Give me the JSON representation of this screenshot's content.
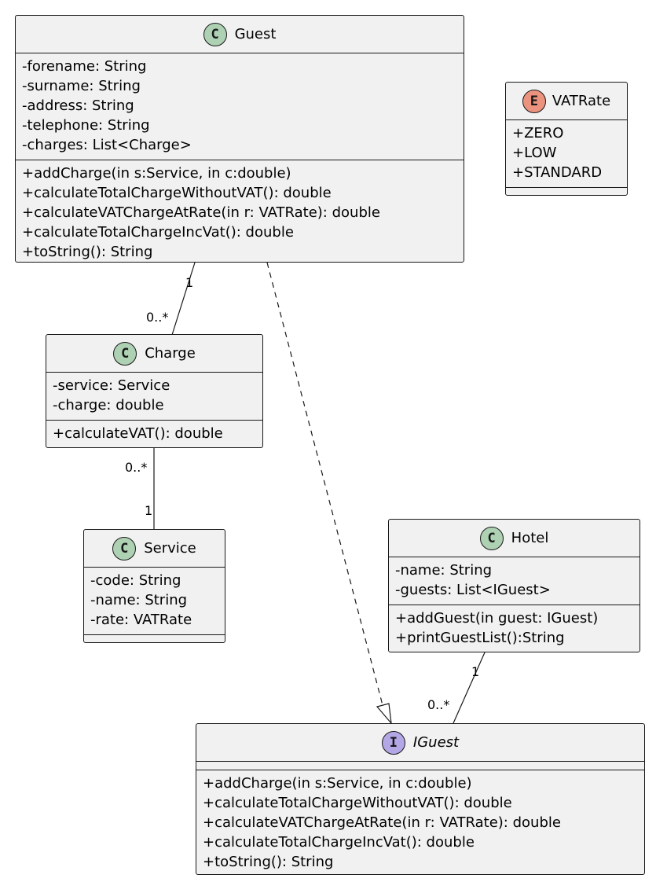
{
  "classes": {
    "guest": {
      "name": "Guest",
      "badge": "C",
      "fields": [
        "-forename: String",
        "-surname: String",
        "-address: String",
        "-telephone: String",
        "-charges: List<Charge>"
      ],
      "methods": [
        "+addCharge(in s:Service, in c:double)",
        "+calculateTotalChargeWithoutVAT(): double",
        "+calculateVATChargeAtRate(in r: VATRate): double",
        "+calculateTotalChargeIncVat(): double",
        "+toString(): String"
      ]
    },
    "vatrate": {
      "name": "VATRate",
      "badge": "E",
      "values": [
        "+ZERO",
        "+LOW",
        "+STANDARD"
      ]
    },
    "charge": {
      "name": "Charge",
      "badge": "C",
      "fields": [
        "-service: Service",
        "-charge: double"
      ],
      "methods": [
        "+calculateVAT(): double"
      ]
    },
    "service": {
      "name": "Service",
      "badge": "C",
      "fields": [
        "-code: String",
        "-name: String",
        "-rate: VATRate"
      ]
    },
    "hotel": {
      "name": "Hotel",
      "badge": "C",
      "fields": [
        "-name: String",
        "-guests: List<IGuest>"
      ],
      "methods": [
        "+addGuest(in guest: IGuest)",
        "+printGuestList():String"
      ]
    },
    "iguest": {
      "name": "IGuest",
      "badge": "I",
      "methods": [
        "+addCharge(in s:Service, in c:double)",
        "+calculateTotalChargeWithoutVAT(): double",
        "+calculateVATChargeAtRate(in r: VATRate): double",
        "+calculateTotalChargeIncVat(): double",
        "+toString(): String"
      ]
    }
  },
  "relations": {
    "guest_charge": {
      "from_mult": "1",
      "to_mult": "0..*"
    },
    "charge_service": {
      "from_mult": "0..*",
      "to_mult": "1"
    },
    "hotel_iguest": {
      "from_mult": "1",
      "to_mult": "0..*"
    }
  },
  "colors": {
    "class_badge": "#add1b2",
    "enum_badge": "#eb937f",
    "interface_badge": "#b4a7e5",
    "box_fill": "#f1f1f1",
    "border": "#181818"
  }
}
